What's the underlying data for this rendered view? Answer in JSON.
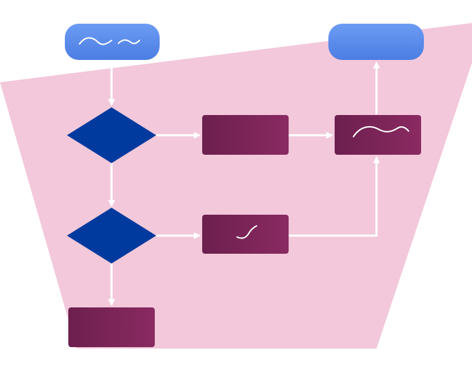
{
  "colors": {
    "background": "#ffffff",
    "region": "#f2c8da",
    "terminal_light": "#6b9cf3",
    "terminal_dark": "#4c7de3",
    "decision": "#003a9e",
    "process_light": "#8a2a62",
    "process_dark": "#6c1f4e",
    "connector": "#ffffff",
    "scribble": "#ffffff"
  },
  "diagram": {
    "nodes": [
      {
        "id": "start",
        "kind": "terminal",
        "mark": "wave-scribble"
      },
      {
        "id": "decision-1",
        "kind": "decision"
      },
      {
        "id": "decision-2",
        "kind": "decision"
      },
      {
        "id": "process-1",
        "kind": "process"
      },
      {
        "id": "process-2",
        "kind": "process",
        "mark": "check-scribble"
      },
      {
        "id": "process-3",
        "kind": "process",
        "mark": "arc-scribble"
      },
      {
        "id": "process-4",
        "kind": "process"
      },
      {
        "id": "end",
        "kind": "terminal"
      }
    ],
    "edges": [
      {
        "from": "start",
        "to": "decision-1"
      },
      {
        "from": "decision-1",
        "to": "process-1"
      },
      {
        "from": "decision-1",
        "to": "decision-2"
      },
      {
        "from": "process-1",
        "to": "process-3"
      },
      {
        "from": "decision-2",
        "to": "process-2"
      },
      {
        "from": "decision-2",
        "to": "process-4"
      },
      {
        "from": "process-2",
        "to": "process-3"
      },
      {
        "from": "process-3",
        "to": "end"
      }
    ]
  }
}
